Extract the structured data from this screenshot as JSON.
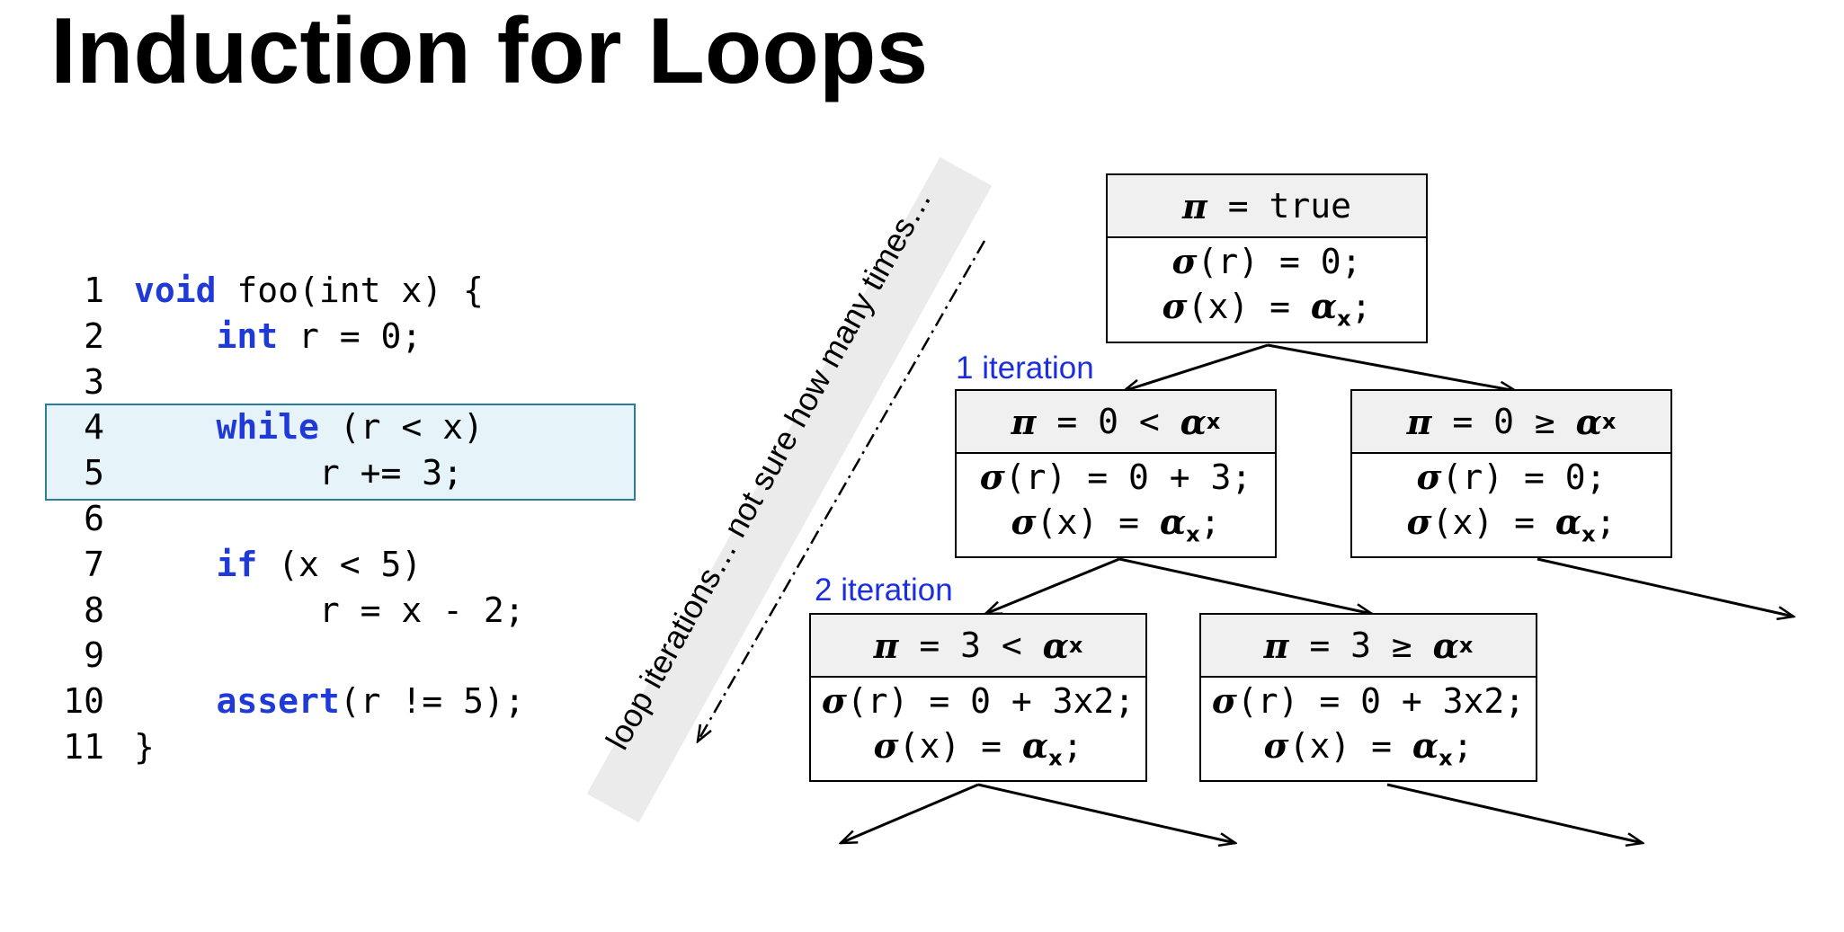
{
  "title": "Induction for Loops",
  "code": {
    "lines": [
      {
        "num": "1",
        "parts": [
          {
            "t": "void",
            "kw": true
          },
          {
            "t": " foo(int x) {"
          }
        ]
      },
      {
        "num": "2",
        "parts": [
          {
            "t": "    "
          },
          {
            "t": "int",
            "kw": true
          },
          {
            "t": " r = 0;"
          }
        ]
      },
      {
        "num": "3",
        "parts": []
      },
      {
        "num": "4",
        "parts": [
          {
            "t": "    "
          },
          {
            "t": "while",
            "kw": true
          },
          {
            "t": " (r < x)"
          }
        ]
      },
      {
        "num": "5",
        "parts": [
          {
            "t": "         r += 3;"
          }
        ]
      },
      {
        "num": "6",
        "parts": []
      },
      {
        "num": "7",
        "parts": [
          {
            "t": "    "
          },
          {
            "t": "if",
            "kw": true
          },
          {
            "t": " (x < 5)"
          }
        ]
      },
      {
        "num": "8",
        "parts": [
          {
            "t": "         r = x - 2;"
          }
        ]
      },
      {
        "num": "9",
        "parts": []
      },
      {
        "num": "10",
        "parts": [
          {
            "t": "    "
          },
          {
            "t": "assert",
            "kw": true
          },
          {
            "t": "(r != 5);"
          }
        ]
      },
      {
        "num": "11",
        "parts": [
          {
            "t": "}"
          }
        ]
      }
    ],
    "highlight_lines": [
      "4",
      "5"
    ]
  },
  "band_text": "loop iterations… not sure how many times…",
  "iteration_labels": {
    "first": "1 iteration",
    "second": "2 iteration"
  },
  "tree": {
    "nodes": [
      {
        "id": "root",
        "pc": {
          "sym": "π",
          "text": " = true"
        },
        "state": [
          [
            {
              "sym": "σ"
            },
            {
              "t": "(r) = 0;"
            }
          ],
          [
            {
              "sym": "σ"
            },
            {
              "t": "(x) = "
            },
            {
              "sym": "α"
            },
            {
              "sub": "x"
            },
            {
              "t": ";"
            }
          ]
        ]
      },
      {
        "id": "l1",
        "pc": {
          "sym": "π",
          "text": " = 0 < ",
          "sym2": "α",
          "sub": "x"
        },
        "state": [
          [
            {
              "sym": "σ"
            },
            {
              "t": "(r) = 0 + 3;"
            }
          ],
          [
            {
              "sym": "σ"
            },
            {
              "t": "(x) = "
            },
            {
              "sym": "α"
            },
            {
              "sub": "x"
            },
            {
              "t": ";"
            }
          ]
        ]
      },
      {
        "id": "r1",
        "pc": {
          "sym": "π",
          "text": " = 0 ≥ ",
          "sym2": "α",
          "sub": "x"
        },
        "state": [
          [
            {
              "sym": "σ"
            },
            {
              "t": "(r) = 0;"
            }
          ],
          [
            {
              "sym": "σ"
            },
            {
              "t": "(x) = "
            },
            {
              "sym": "α"
            },
            {
              "sub": "x"
            },
            {
              "t": ";"
            }
          ]
        ]
      },
      {
        "id": "l2",
        "pc": {
          "sym": "π",
          "text": " = 3 < ",
          "sym2": "α",
          "sub": "x"
        },
        "state": [
          [
            {
              "sym": "σ"
            },
            {
              "t": "(r) = 0 + 3x2;"
            }
          ],
          [
            {
              "sym": "σ"
            },
            {
              "t": "(x) = "
            },
            {
              "sym": "α"
            },
            {
              "sub": "x"
            },
            {
              "t": ";"
            }
          ]
        ]
      },
      {
        "id": "r2",
        "pc": {
          "sym": "π",
          "text": " = 3 ≥ ",
          "sym2": "α",
          "sub": "x"
        },
        "state": [
          [
            {
              "sym": "σ"
            },
            {
              "t": "(r) = 0 + 3x2;"
            }
          ],
          [
            {
              "sym": "σ"
            },
            {
              "t": "(x) = "
            },
            {
              "sym": "α"
            },
            {
              "sub": "x"
            },
            {
              "t": ";"
            }
          ]
        ]
      }
    ]
  },
  "colors": {
    "keyword": "#1f3ad6",
    "iteration_label": "#1a2ee0",
    "highlight_fill": "#e6f4f9",
    "highlight_border": "#2b7e9a"
  }
}
